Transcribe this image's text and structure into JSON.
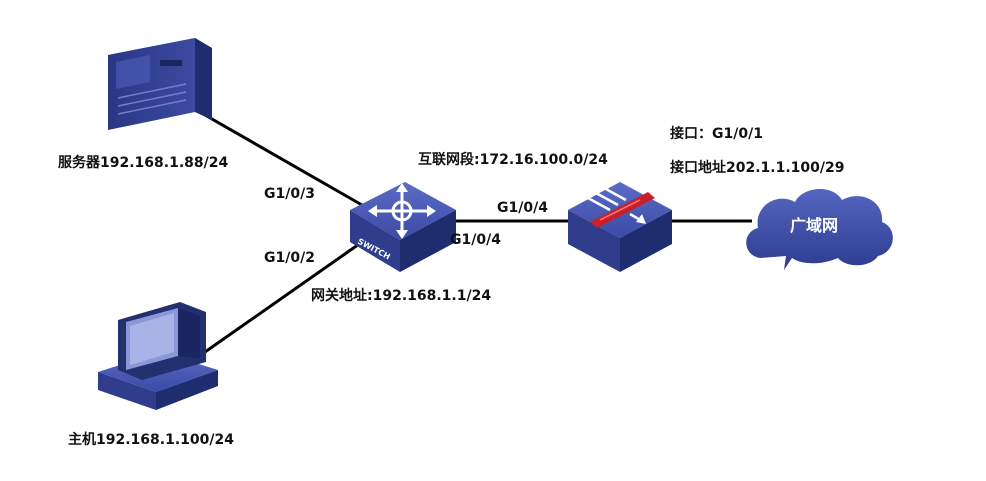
{
  "labels": {
    "server": "服务器192.168.1.88/24",
    "host": "主机192.168.1.100/24",
    "switch_port_server": "G1/0/3",
    "switch_port_host": "G1/0/2",
    "switch_port_fw": "G1/0/4",
    "fw_port_switch": "G1/0/4",
    "interconnect_segment": "互联网段:172.16.100.0/24",
    "gateway": "网关地址:192.168.1.1/24",
    "fw_wan_interface": "接口：G1/0/1",
    "fw_wan_address": "接口地址202.1.1.100/29",
    "wan_cloud": "广域网",
    "switch_text": "SWITCH"
  },
  "icons": {
    "server": "server-tower-icon",
    "host": "desktop-computer-icon",
    "switch": "layer3-switch-icon",
    "firewall": "firewall-icon",
    "wan": "cloud-icon"
  },
  "colors": {
    "device_top": "#4a5bb5",
    "device_side": "#1f2c6e",
    "device_front": "#2f3d8c",
    "link": "#000000",
    "firewall_band": "#c8202a",
    "cloud": "#3b4ea8"
  }
}
